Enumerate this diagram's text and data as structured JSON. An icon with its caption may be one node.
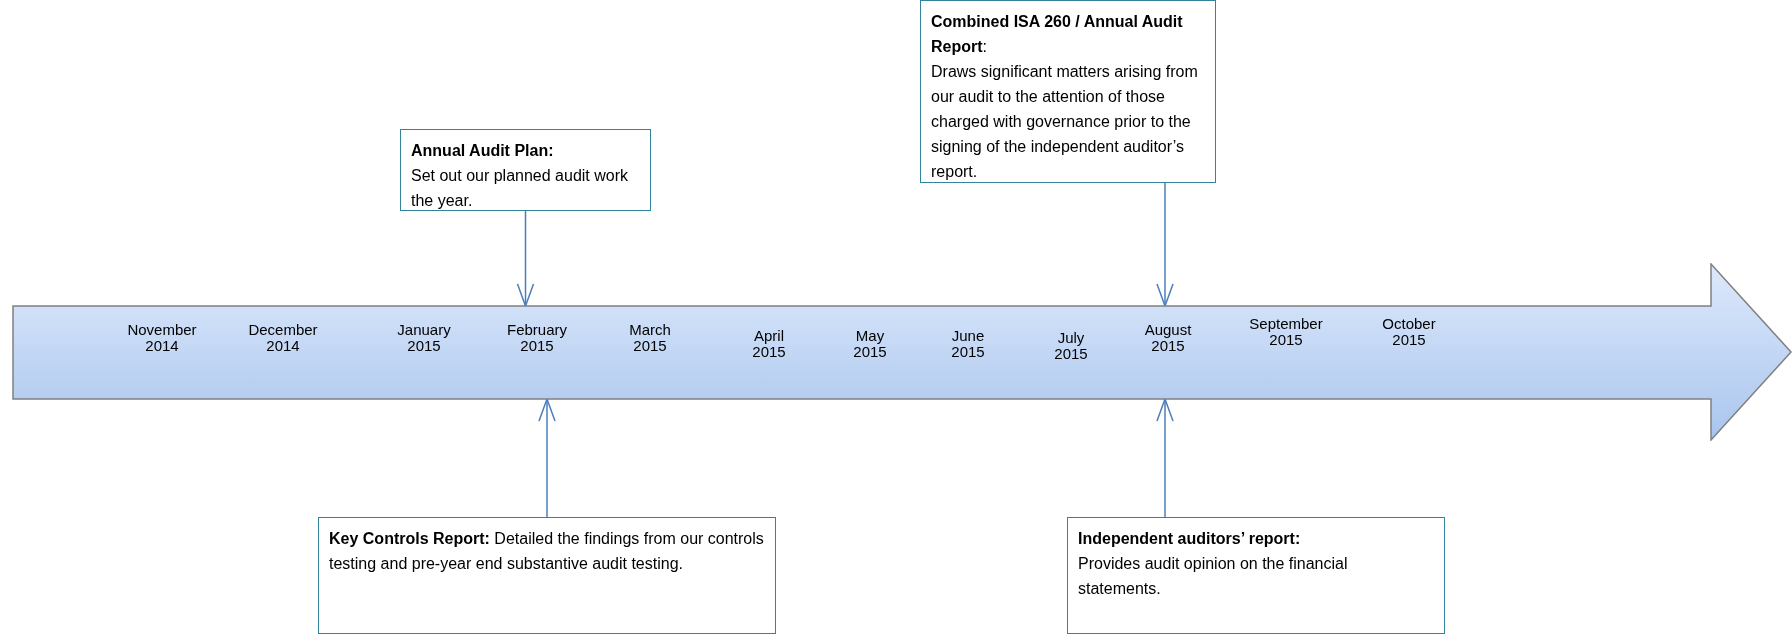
{
  "diagram": {
    "nodes": [
      {
        "text": [
          "November 2014",
          "December 2014",
          "January 2015",
          "February 2015",
          "March 2015",
          "April 2015",
          "May 2015",
          "June 2015",
          "July 2015",
          "August 2015",
          "September 2015",
          "October 2015"
        ]
      },
      {
        "text": [
          "**Annual Audit Plan:**",
          "Set out our planned audit work the year."
        ]
      },
      {
        "text": [
          "**Combined ISA 260 / Annual Audit Report**:",
          "Draws significant matters arising from our audit to the attention of those charged with governance prior to the signing of the independent auditor’s report."
        ]
      },
      {
        "text": [
          "**Key Controls Report:** Detailed the findings from our controls testing and pre-year end substantive audit testing."
        ]
      },
      {
        "text": [
          "**Independent auditors’ report:**",
          "Provides audit opinion on the financial statements."
        ]
      }
    ],
    "edges": [
      {
        "from": 1,
        "to": 0,
        "arrow": "to"
      },
      {
        "from": 2,
        "to": 0,
        "arrow": "to"
      },
      {
        "from": 3,
        "to": 0,
        "arrow": "to"
      },
      {
        "from": 4,
        "to": 0,
        "arrow": "to"
      }
    ]
  }
}
